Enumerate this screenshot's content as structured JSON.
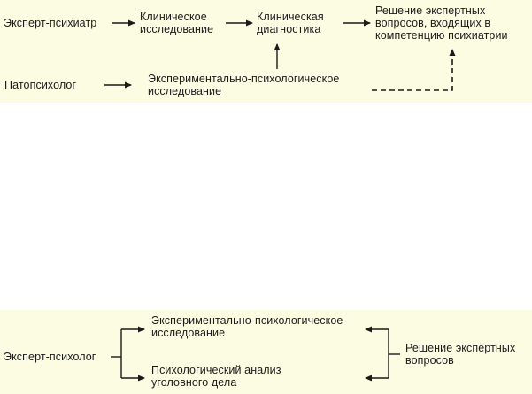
{
  "colors": {
    "panel_background": "#fcfce3",
    "text": "#1a1a1a",
    "arrow": "#1a1a1a"
  },
  "top_diagram": {
    "expert_psychiatrist": "Эксперт-психиатр",
    "clinical_research": "Клиническое\nисследование",
    "clinical_diagnostics": "Клиническая\nдиагностика",
    "expert_questions_solution": "Решение экспертных\nвопросов, входящих в\nкомпетенцию психиатрии",
    "pathopsychologist": "Патопсихолог",
    "experimental_research": "Экспериментально-психологическое\nисследование"
  },
  "bottom_diagram": {
    "expert_psychologist": "Эксперт-психолог",
    "experimental_research": "Экспериментально-психологическое\nисследование",
    "criminal_case_analysis": "Психологический анализ\nуголовного дела",
    "expert_questions_solution": "Решение экспертных\nвопросов"
  }
}
